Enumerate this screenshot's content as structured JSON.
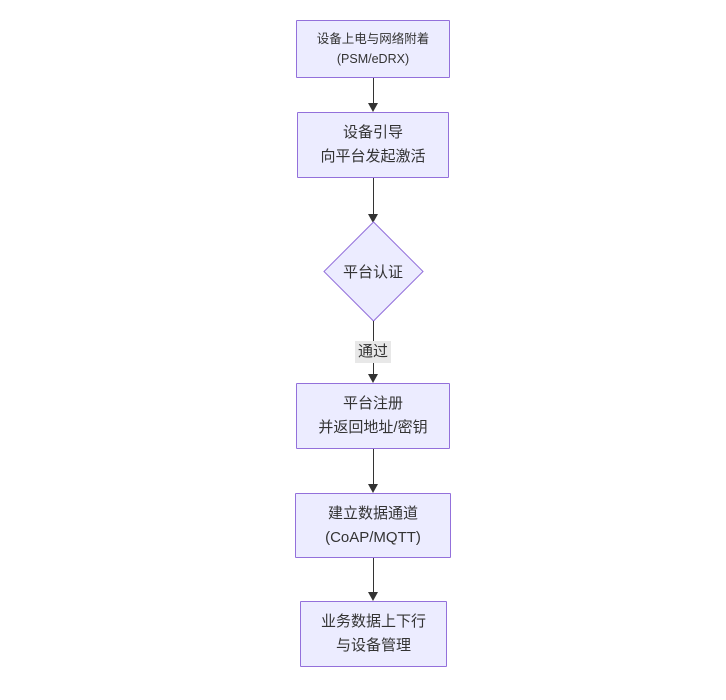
{
  "diagram": {
    "type": "flowchart",
    "direction": "top-down",
    "nodes": [
      {
        "id": "device-power-on",
        "shape": "rectangle",
        "line1": "设备上电与网络附着",
        "line2": "(PSM/eDRX)"
      },
      {
        "id": "device-bootstrap",
        "shape": "rectangle",
        "line1": "设备引导",
        "line2": "向平台发起激活"
      },
      {
        "id": "platform-auth",
        "shape": "diamond",
        "label": "平台认证"
      },
      {
        "id": "platform-register",
        "shape": "rectangle",
        "line1": "平台注册",
        "line2": "并返回地址/密钥"
      },
      {
        "id": "data-channel",
        "shape": "rectangle",
        "line1": "建立数据通道",
        "line2": "(CoAP/MQTT)"
      },
      {
        "id": "business-data",
        "shape": "rectangle",
        "line1": "业务数据上下行",
        "line2": "与设备管理"
      }
    ],
    "edges": [
      {
        "from": "device-power-on",
        "to": "device-bootstrap",
        "label": ""
      },
      {
        "from": "device-bootstrap",
        "to": "platform-auth",
        "label": ""
      },
      {
        "from": "platform-auth",
        "to": "platform-register",
        "label": "通过"
      },
      {
        "from": "platform-register",
        "to": "data-channel",
        "label": ""
      },
      {
        "from": "data-channel",
        "to": "business-data",
        "label": ""
      }
    ],
    "colors": {
      "node_fill": "#ECECFF",
      "node_border": "#9370DB",
      "edge_line": "#333333",
      "text": "#333333",
      "edge_label_background": "#e8e8e8",
      "canvas_background": "#ffffff"
    }
  }
}
